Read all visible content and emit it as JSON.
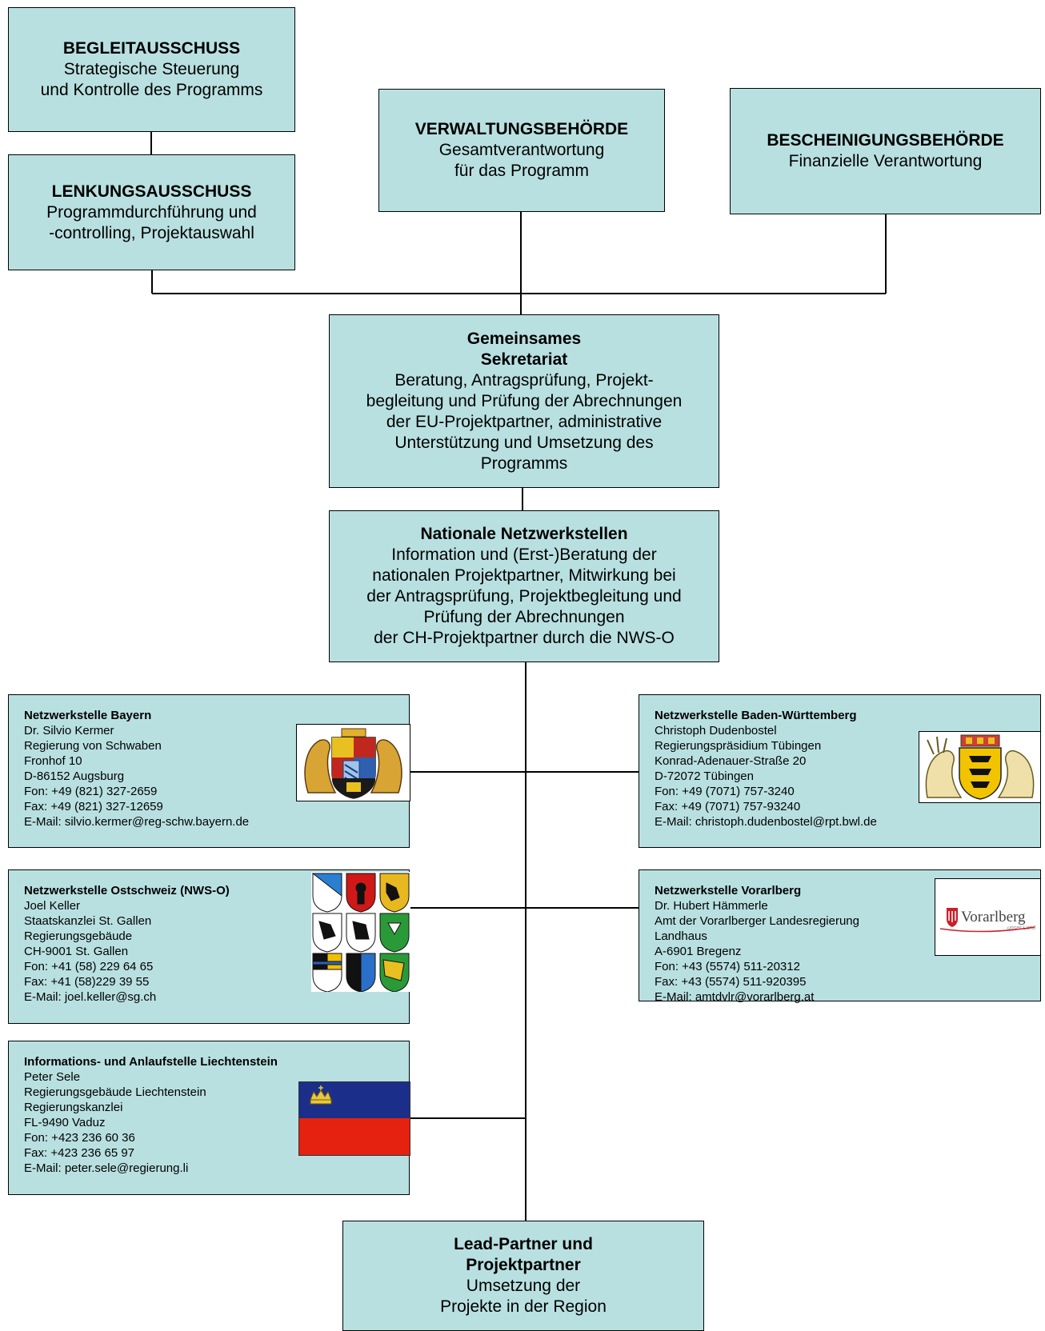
{
  "boxes": {
    "begleit": {
      "title": "BEGLEITAUSSCHUSS",
      "text": "Strategische Steuerung\nund Kontrolle des Programms"
    },
    "lenkung": {
      "title": "LENKUNGSAUSSCHUSS",
      "text": "Programmdurchführung und\n-controlling, Projektauswahl"
    },
    "verwaltung": {
      "title": "VERWALTUNGSBEHÖRDE",
      "text": "Gesamtverantwortung\nfür das Programm"
    },
    "bescheinigung": {
      "title": "BESCHEINIGUNGSBEHÖRDE",
      "text": "Finanzielle Verantwortung"
    },
    "sekretariat": {
      "title": "Gemeinsames\nSekretariat",
      "text": "Beratung, Antragsprüfung, Projekt-\nbegleitung und Prüfung der Abrechnungen\nder EU-Projektpartner, administrative\nUnterstützung und Umsetzung des\nProgramms"
    },
    "netzwerk": {
      "title": "Nationale Netzwerkstellen",
      "text": "Information und (Erst-)Beratung der\nnationalen Projektpartner, Mitwirkung bei\nder Antragsprüfung, Projektbegleitung und\nPrüfung der Abrechnungen\nder CH-Projektpartner durch die NWS-O"
    },
    "lead": {
      "title": "Lead-Partner und\nProjektpartner",
      "text": "Umsetzung der\nProjekte in der Region"
    }
  },
  "contacts": {
    "bayern": {
      "title": "Netzwerkstelle Bayern",
      "lines": [
        "Dr. Silvio Kermer",
        "Regierung von Schwaben",
        "Fronhof 10",
        "D-86152 Augsburg",
        "Fon: +49 (821) 327-2659",
        "Fax: +49 (821) 327-12659",
        "E-Mail: silvio.kermer@reg-schw.bayern.de"
      ]
    },
    "bw": {
      "title": "Netzwerkstelle Baden-Württemberg",
      "lines": [
        "Christoph Dudenbostel",
        "Regierungspräsidium Tübingen",
        "Konrad-Adenauer-Straße 20",
        "D-72072 Tübingen",
        "Fon: +49 (7071) 757-3240",
        "Fax: +49 (7071) 757-93240",
        "E-Mail: christoph.dudenbostel@rpt.bwl.de"
      ]
    },
    "ostschweiz": {
      "title": "Netzwerkstelle Ostschweiz (NWS-O)",
      "lines": [
        "Joel Keller",
        "Staatskanzlei St. Gallen",
        "Regierungsgebäude",
        "CH-9001 St. Gallen",
        "Fon: +41 (58) 229 64 65",
        "Fax: +41 (58)229 39 55",
        "E-Mail: joel.keller@sg.ch"
      ]
    },
    "vorarlberg": {
      "title": "Netzwerkstelle Vorarlberg",
      "lines": [
        "Dr. Hubert Hämmerle",
        "Amt der Vorarlberger Landesregierung",
        "Landhaus",
        "A-6901 Bregenz",
        "Fon: +43 (5574) 511-20312",
        "Fax: +43 (5574) 511-920395",
        "E-Mail: amtdvlr@vorarlberg.at"
      ]
    },
    "liechtenstein": {
      "title": "Informations- und Anlaufstelle Liechtenstein",
      "lines": [
        "Peter Sele",
        "Regierungsgebäude Liechtenstein",
        "Regierungskanzlei",
        "FL-9490 Vaduz",
        "Fon: +423 236 60 36",
        "Fax: +423 236 65 97",
        "E-Mail: peter.sele@regierung.li"
      ]
    }
  },
  "logos": {
    "vorarlberg_text": "Vorarlberg",
    "vorarlberg_sub": "unser Land"
  },
  "emblems": {
    "bayern": "bavaria-coat-of-arms-icon",
    "bw": "baden-wuerttemberg-coat-of-arms-icon",
    "ostschweiz": "swiss-canton-coats-of-arms-icon",
    "vorarlberg": "vorarlberg-logo-icon",
    "liechtenstein": "liechtenstein-flag-icon"
  },
  "colors": {
    "box_fill": "#b9e0e1",
    "line": "#000000",
    "li_blue": "#002b7f",
    "li_red": "#ce1126"
  }
}
